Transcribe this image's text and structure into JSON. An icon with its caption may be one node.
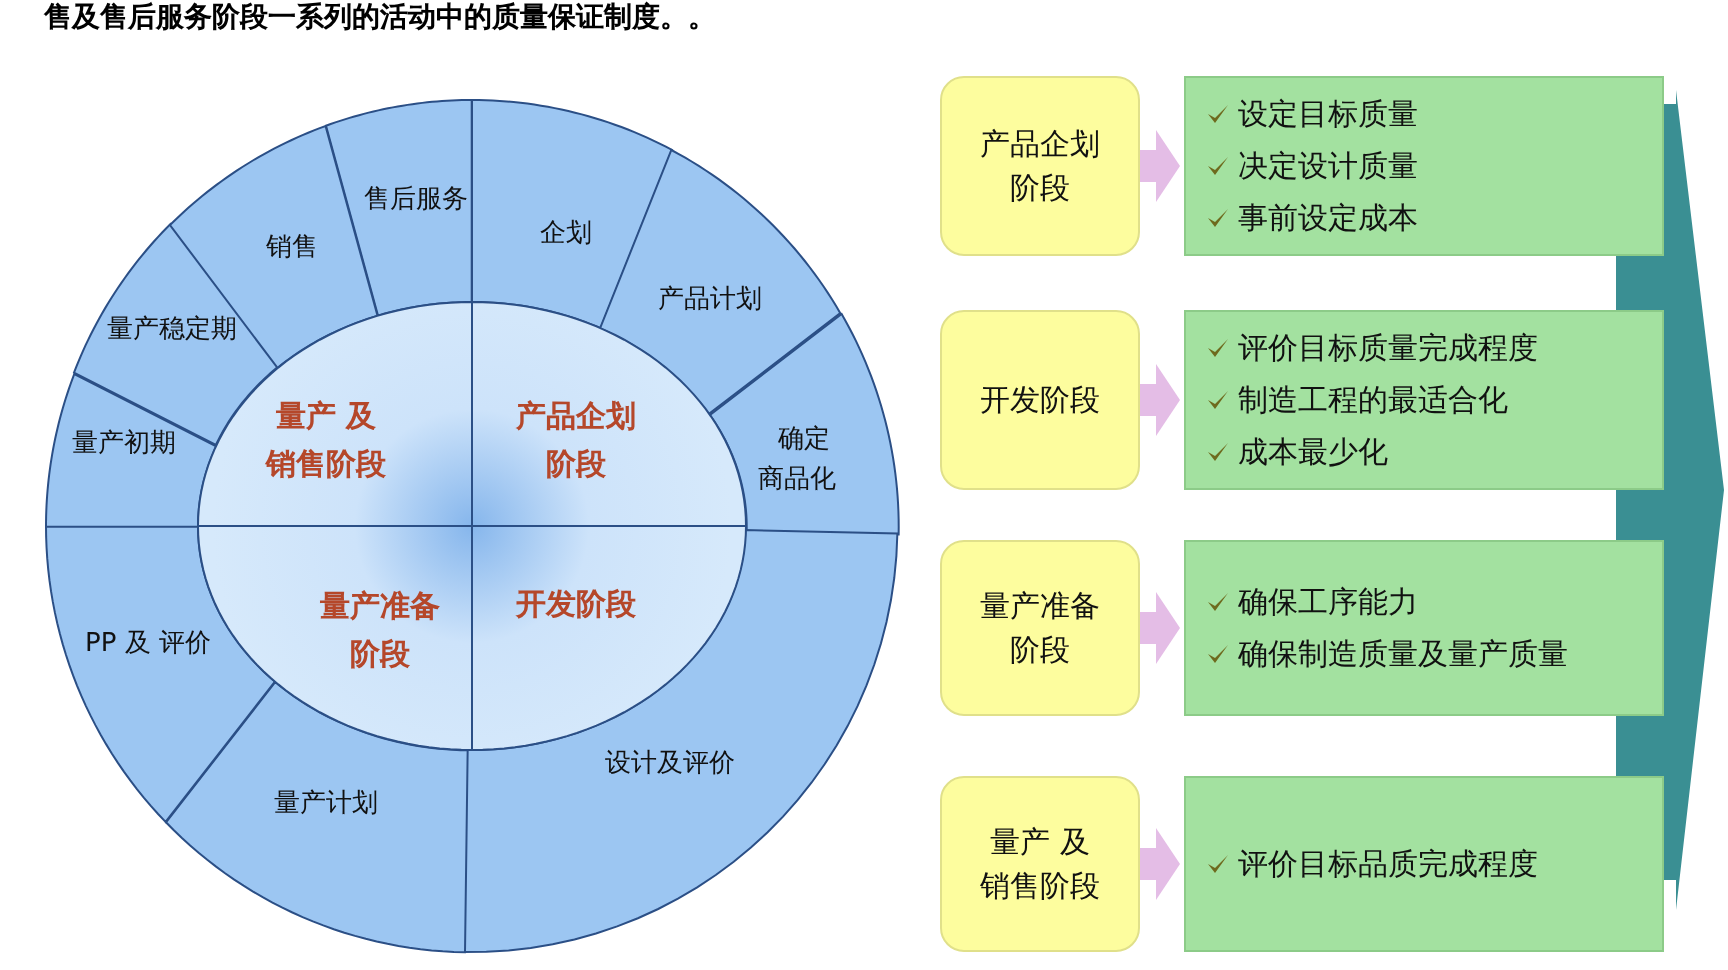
{
  "diagram": {
    "title": "售及售后服务阶段一系列的活动中的质量保证制度。。",
    "nodes": [
      {
        "text": [
          "售后服务"
        ]
      },
      {
        "text": [
          "企划"
        ]
      },
      {
        "text": [
          "产品计划"
        ]
      },
      {
        "text": [
          "确定商品化"
        ]
      },
      {
        "text": [
          "设计及评价"
        ]
      },
      {
        "text": [
          "量产计划"
        ]
      },
      {
        "text": [
          "PP 及 评价"
        ]
      },
      {
        "text": [
          "量产初期"
        ]
      },
      {
        "text": [
          "量产稳定期"
        ]
      },
      {
        "text": [
          "销售"
        ]
      },
      {
        "text": [
          "量产 及销售阶段"
        ]
      },
      {
        "text": [
          "产品企划阶段"
        ]
      },
      {
        "text": [
          "量产准备阶段"
        ]
      },
      {
        "text": [
          "开发阶段"
        ]
      },
      {
        "text": [
          "产品企划阶段"
        ]
      },
      {
        "text": [
          "设定目标质量",
          "决定设计质量",
          "事前设定成本"
        ]
      },
      {
        "text": [
          "开发阶段"
        ]
      },
      {
        "text": [
          "评价目标质量完成程度",
          "制造工程的最适合化",
          "成本最少化"
        ]
      },
      {
        "text": [
          "量产准备阶段"
        ]
      },
      {
        "text": [
          "确保工序能力",
          "确保制造质量及量产质量"
        ]
      },
      {
        "text": [
          "量产 及销售阶段"
        ]
      },
      {
        "text": [
          "评价目标品质完成程度"
        ]
      }
    ],
    "edges": [
      {
        "from": 14,
        "to": 15,
        "arrow": "to"
      },
      {
        "from": 16,
        "to": 17,
        "arrow": "to"
      },
      {
        "from": 18,
        "to": 19,
        "arrow": "to"
      },
      {
        "from": 20,
        "to": 21,
        "arrow": "to"
      }
    ]
  }
}
